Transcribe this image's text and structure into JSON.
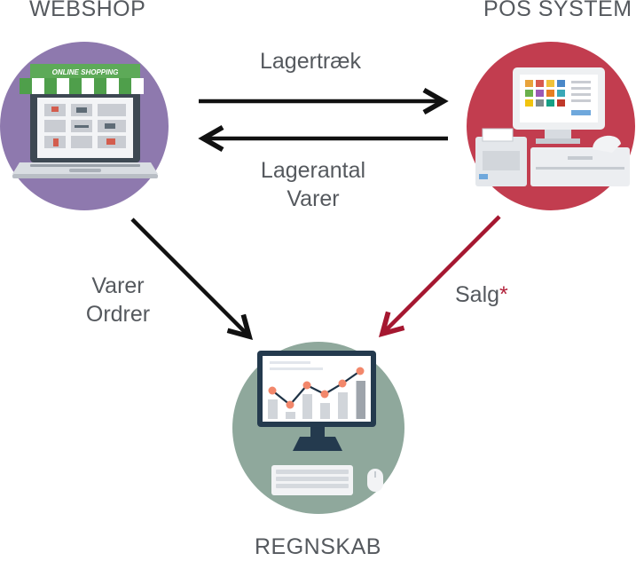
{
  "nodes": {
    "webshop": {
      "label": "WEBSHOP",
      "sign_text": "ONLINE SHOPPING",
      "circle_color": "#8e79ae"
    },
    "pos": {
      "label": "POS SYSTEM",
      "circle_color": "#c23d4f"
    },
    "accounting": {
      "label": "REGNSKAB",
      "circle_color": "#8fa89c"
    }
  },
  "edges": {
    "webshop_to_pos": {
      "label": "Lagertræk",
      "color": "#111111"
    },
    "pos_to_webshop": {
      "line1": "Lagerantal",
      "line2": "Varer",
      "color": "#111111"
    },
    "webshop_to_accounting": {
      "line1": "Varer",
      "line2": "Ordrer",
      "color": "#111111"
    },
    "pos_to_accounting": {
      "label": "Salg",
      "marker": "*",
      "color": "#a51730"
    }
  }
}
